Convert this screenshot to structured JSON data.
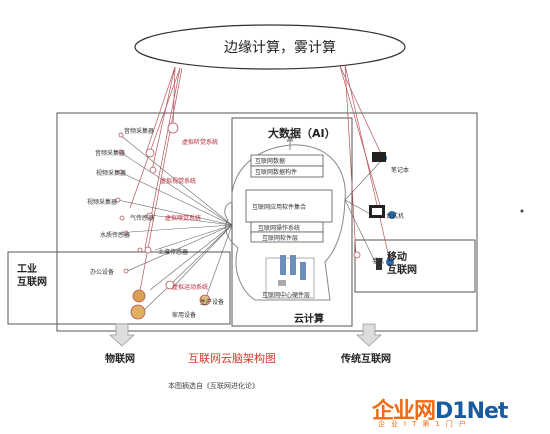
{
  "cloud": {
    "label": "边缘计算，雾计算"
  },
  "big_data": {
    "label": "大数据（AI）"
  },
  "central": {
    "blocks": [
      "互联网数据",
      "互联网数据构件",
      "互联网应用软件集合",
      "互联网操作系统",
      "互联网软件层",
      "互联网中心硬件层"
    ]
  },
  "cloud_computing": {
    "label": "云计算"
  },
  "sensors": {
    "items": [
      "音频采集器",
      "音频采集器",
      "视频采集器",
      "视频采集器",
      "虚拟听觉系统",
      "虚拟视觉系统",
      "气传感器",
      "虚拟嗅觉系统",
      "水质传感器",
      "土壤传感器",
      "办公设备",
      "虚拟运动系统",
      "家用设备",
      "生产设备"
    ]
  },
  "devices": {
    "items": [
      "笔记本",
      "台式机",
      "手机"
    ]
  },
  "regions": {
    "industrial": [
      "工业",
      "互联网"
    ],
    "mobile": [
      "移动",
      "互联网"
    ],
    "iot": "物联网",
    "traditional": "传统互联网"
  },
  "title": "互联网云脑架构图",
  "caption": "本图摘选自《互联网进化论》",
  "watermark": {
    "brand_a": "企业网",
    "brand_b": "D1Net",
    "subtitle": "企业IT第1门户"
  },
  "colors": {
    "accent_red": "#d3392d",
    "line_red": "#b8545c",
    "logo_orange": "#f26a0f",
    "logo_blue": "#1a5aa0"
  }
}
